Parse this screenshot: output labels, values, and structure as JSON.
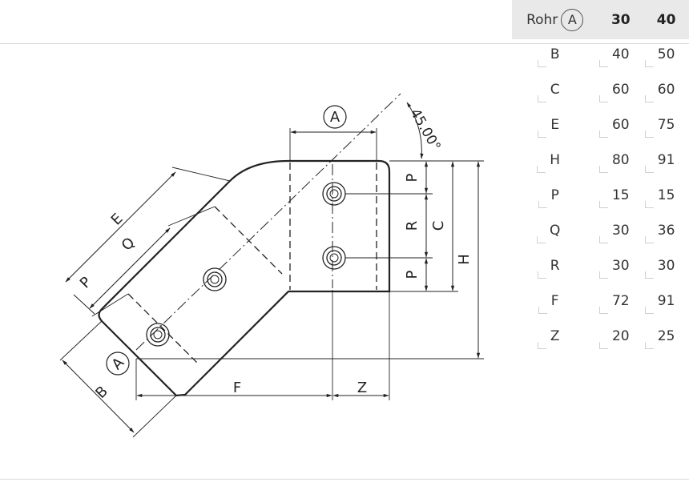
{
  "drawing": {
    "labels": {
      "A": "A",
      "E": "E",
      "Q": "Q",
      "P": "P",
      "B": "B",
      "F": "F",
      "Z": "Z",
      "R": "R",
      "C": "C",
      "H": "H",
      "angle": "45.00°"
    }
  },
  "table": {
    "header": {
      "label": "Rohr",
      "marker": "A",
      "sizes": [
        "30",
        "40"
      ]
    },
    "rows": [
      {
        "label": "B",
        "v30": "40",
        "v40": "50"
      },
      {
        "label": "C",
        "v30": "60",
        "v40": "60"
      },
      {
        "label": "E",
        "v30": "60",
        "v40": "75"
      },
      {
        "label": "H",
        "v30": "80",
        "v40": "91"
      },
      {
        "label": "P",
        "v30": "15",
        "v40": "15"
      },
      {
        "label": "Q",
        "v30": "30",
        "v40": "36"
      },
      {
        "label": "R",
        "v30": "30",
        "v40": "30"
      },
      {
        "label": "F",
        "v30": "72",
        "v40": "91"
      },
      {
        "label": "Z",
        "v30": "20",
        "v40": "25"
      }
    ]
  }
}
